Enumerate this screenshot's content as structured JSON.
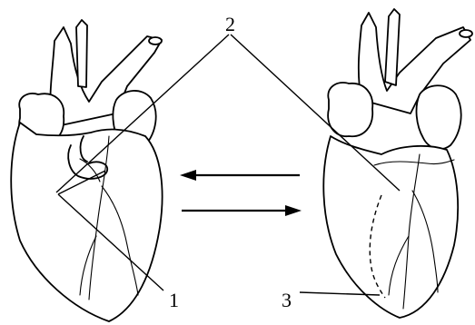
{
  "labels": {
    "l1": "1",
    "l2": "2",
    "l3": "3"
  }
}
